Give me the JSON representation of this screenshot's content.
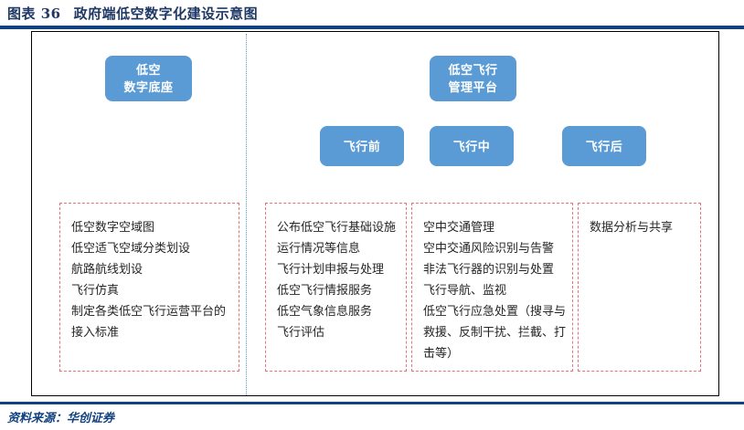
{
  "title": {
    "number": "图表 36",
    "text": "政府端低空数字化建设示意图"
  },
  "diagram": {
    "blue_boxes": [
      {
        "id": "digital-base",
        "label": "低空\n数字底座"
      },
      {
        "id": "flight-management-platform",
        "label": "低空飞行\n管理平台"
      },
      {
        "id": "pre-flight",
        "label": "飞行前"
      },
      {
        "id": "in-flight",
        "label": "飞行中"
      },
      {
        "id": "post-flight",
        "label": "飞行后"
      }
    ],
    "panels": [
      {
        "id": "digital-base-items",
        "items": [
          "低空数字空域图",
          "低空适飞空域分类划设",
          "航路航线划设",
          "飞行仿真",
          "制定各类低空飞行运营平台的接入标准"
        ]
      },
      {
        "id": "pre-flight-items",
        "items": [
          "公布低空飞行基础设施运行情况等信息",
          "飞行计划申报与处理",
          "低空飞行情报服务",
          "低空气象信息服务",
          "飞行评估"
        ]
      },
      {
        "id": "in-flight-items",
        "items": [
          "空中交通管理",
          "空中交通风险识别与告警",
          "非法飞行器的识别与处置",
          "飞行导航、监视",
          "低空飞行应急处置（搜寻与救援、反制干扰、拦截、打击等）"
        ]
      },
      {
        "id": "post-flight-items",
        "items": [
          "数据分析与共享"
        ]
      }
    ]
  },
  "footer": {
    "source": "资料来源：华创证券"
  },
  "colors": {
    "title_blue": "#11427F",
    "box_blue": "#5B9BD5",
    "dashed_red": "#E8737C",
    "divider_blue": "#5B9BD5"
  }
}
